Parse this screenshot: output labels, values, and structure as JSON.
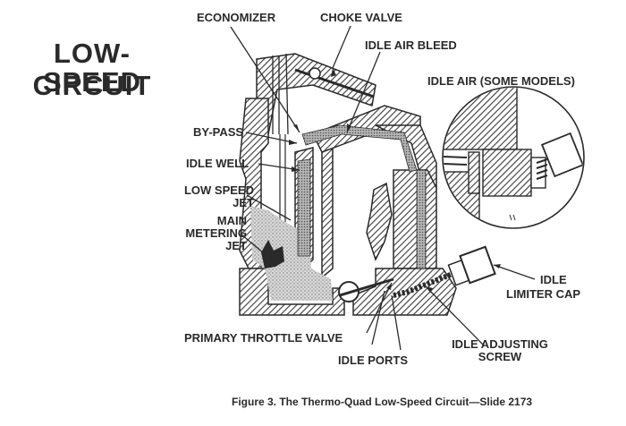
{
  "title": {
    "line1": "LOW-SPEED",
    "line2": "CIRCUIT"
  },
  "labels": {
    "economizer": "ECONOMIZER",
    "choke_valve": "CHOKE VALVE",
    "idle_air_bleed": "IDLE AIR BLEED",
    "idle_air_some_models": "IDLE AIR (SOME MODELS)",
    "by_pass": "BY-PASS",
    "idle_well": "IDLE WELL",
    "low_speed_jet_1": "LOW SPEED",
    "low_speed_jet_2": "JET",
    "main_metering_jet_1": "MAIN",
    "main_metering_jet_2": "METERING",
    "main_metering_jet_3": "JET",
    "idle_limiter_cap_1": "IDLE",
    "idle_limiter_cap_2": "LIMITER CAP",
    "primary_throttle_valve": "PRIMARY THROTTLE VALVE",
    "idle_adjusting_screw_1": "IDLE ADJUSTING",
    "idle_adjusting_screw_2": "SCREW",
    "idle_ports": "IDLE PORTS"
  },
  "caption": "Figure 3. The Thermo-Quad Low-Speed Circuit—Slide 2173",
  "colors": {
    "ink": "#2a2a2a",
    "hatch": "#4a4a4a",
    "fuel": "#9a9a9a"
  }
}
